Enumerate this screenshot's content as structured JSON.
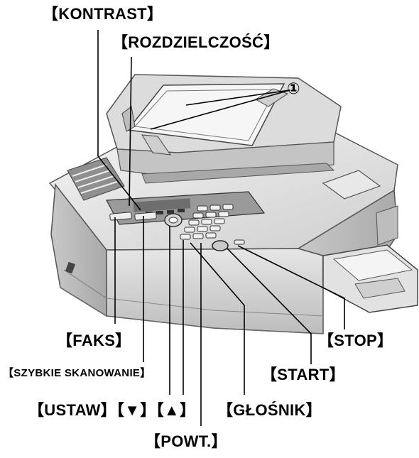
{
  "labels": {
    "kontrast": "【KONTRAST】",
    "rozdzielczosc": "【ROZDZIELCZOŚĆ】",
    "callout": "①",
    "faks": "【FAKS】",
    "stop": "【STOP】",
    "szybkie_skanowanie": "【SZYBKIE SKANOWANIE】",
    "start": "【START】",
    "ustaw": "【USTAW】【▼】【▲】",
    "glosnik": "【GŁOŚNIK】",
    "powt": "【POWT.】"
  },
  "colors": {
    "ink": "#000000",
    "body_light": "#ececec",
    "body_mid": "#d2d2d2",
    "body_dark": "#b0b0b0",
    "panel": "#9a9a9a"
  }
}
